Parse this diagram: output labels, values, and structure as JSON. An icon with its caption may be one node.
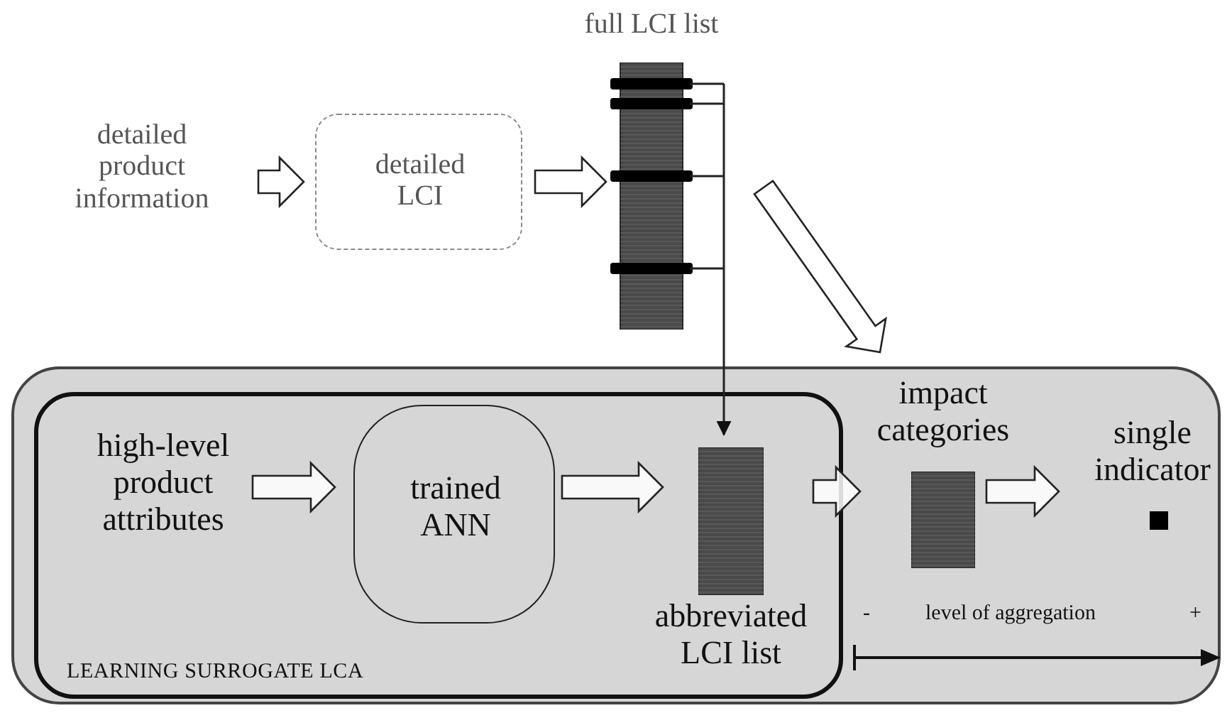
{
  "diagram": {
    "nodes": [
      {
        "text": [
          "detailed product information"
        ]
      },
      {
        "text": [
          "detailed LCI"
        ]
      },
      {
        "text": [
          "full LCI list"
        ]
      },
      {
        "text": [],
        "shape": "box"
      },
      {
        "text": [
          "LEARNING SURROGATE LCA"
        ],
        "in": 3
      },
      {
        "text": [
          "high-level product attributes"
        ],
        "in": 4
      },
      {
        "text": [
          "trained ANN"
        ],
        "in": 4
      },
      {
        "text": [
          "abbreviated LCI list"
        ],
        "in": 4
      },
      {
        "text": [
          "impact categories"
        ],
        "in": 3
      },
      {
        "text": [
          "single indicator"
        ],
        "in": 3
      }
    ],
    "edges": [
      {
        "from": 0,
        "to": 1,
        "arrow": "to"
      },
      {
        "from": 1,
        "to": 2,
        "arrow": "to"
      },
      {
        "from": 2,
        "to": 8,
        "arrow": "to"
      },
      {
        "from": 2,
        "to": 7,
        "arrow": "to"
      },
      {
        "from": 5,
        "to": 6,
        "arrow": "to"
      },
      {
        "from": 6,
        "to": 7,
        "arrow": "to"
      },
      {
        "from": 7,
        "to": 8,
        "arrow": "to"
      },
      {
        "from": 8,
        "to": 9,
        "arrow": "to"
      }
    ],
    "labels": [
      "-",
      "level of aggregation",
      "+"
    ]
  }
}
